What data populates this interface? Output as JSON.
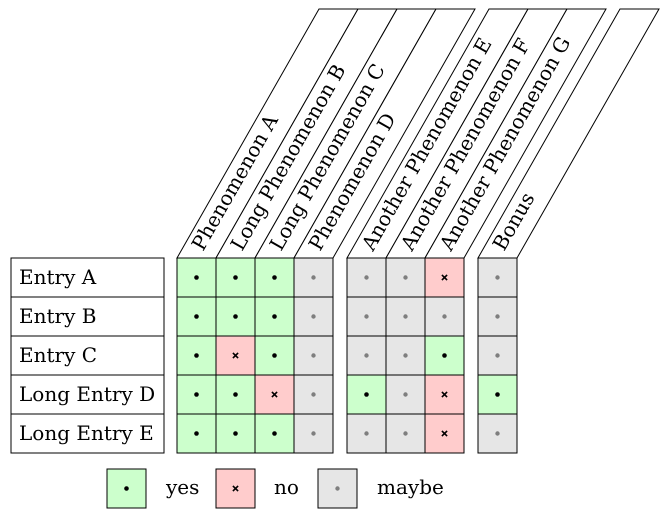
{
  "colors": {
    "yes": "#ccffcc",
    "no": "#ffcccc",
    "maybe": "#e6e6e6",
    "border": "#000000",
    "maybe_mark": "#7f7f7f"
  },
  "columns": [
    {
      "label": "Phenomenon A",
      "group": 0
    },
    {
      "label": "Long Phenomenon B",
      "group": 0
    },
    {
      "label": "Long Phenomenon C",
      "group": 0
    },
    {
      "label": "Phenomenon D",
      "group": 0
    },
    {
      "label": "Another Phenomenon E",
      "group": 1
    },
    {
      "label": "Another Phenomenon F",
      "group": 1
    },
    {
      "label": "Another Phenomenon G",
      "group": 1
    },
    {
      "label": "Bonus",
      "group": 2
    }
  ],
  "rows": [
    {
      "label": "Entry A",
      "cells": [
        "yes",
        "yes",
        "yes",
        "maybe",
        "maybe",
        "maybe",
        "no",
        "maybe"
      ]
    },
    {
      "label": "Entry B",
      "cells": [
        "yes",
        "yes",
        "yes",
        "maybe",
        "maybe",
        "maybe",
        "maybe",
        "maybe"
      ]
    },
    {
      "label": "Entry C",
      "cells": [
        "yes",
        "no",
        "yes",
        "maybe",
        "maybe",
        "maybe",
        "yes",
        "maybe"
      ]
    },
    {
      "label": "Long Entry D",
      "cells": [
        "yes",
        "yes",
        "no",
        "maybe",
        "yes",
        "maybe",
        "no",
        "yes"
      ]
    },
    {
      "label": "Long Entry E",
      "cells": [
        "yes",
        "yes",
        "yes",
        "maybe",
        "maybe",
        "maybe",
        "no",
        "maybe"
      ]
    }
  ],
  "legend": [
    {
      "key": "yes",
      "label": "yes"
    },
    {
      "key": "no",
      "label": "no"
    },
    {
      "key": "maybe",
      "label": "maybe"
    }
  ]
}
